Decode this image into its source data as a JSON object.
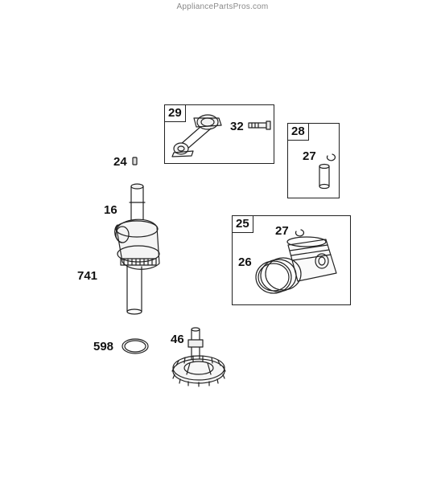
{
  "watermark": "AppliancePartsPros.com",
  "groups": {
    "g29": "29",
    "g28": "28",
    "g25": "25"
  },
  "parts": {
    "p32": "32",
    "p27a": "27",
    "p27b": "27",
    "p26": "26",
    "p24": "24",
    "p16": "16",
    "p741": "741",
    "p598": "598",
    "p46": "46"
  }
}
